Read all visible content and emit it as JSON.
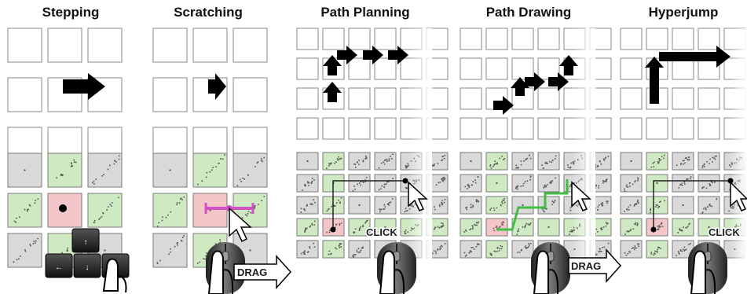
{
  "panels": [
    {
      "title": "Stepping"
    },
    {
      "title": "Scratching"
    },
    {
      "title": "Path Planning"
    },
    {
      "title": "Path Drawing"
    },
    {
      "title": "Hyperjump"
    }
  ],
  "labels": {
    "click": "CLICK",
    "drag": "DRAG"
  },
  "colors": {
    "selected_cell": "#f4c6c8",
    "highlight_cell": "#cfe9c3",
    "plain_cell": "#d9d9d9",
    "arrow": "#000000",
    "scratch_line": "#d252c6",
    "path_line": "#44bb44"
  },
  "icons": [
    "arrow-key-cluster-icon",
    "mouse-icon",
    "hand-icon",
    "cursor-icon",
    "drag-arrow-icon"
  ]
}
